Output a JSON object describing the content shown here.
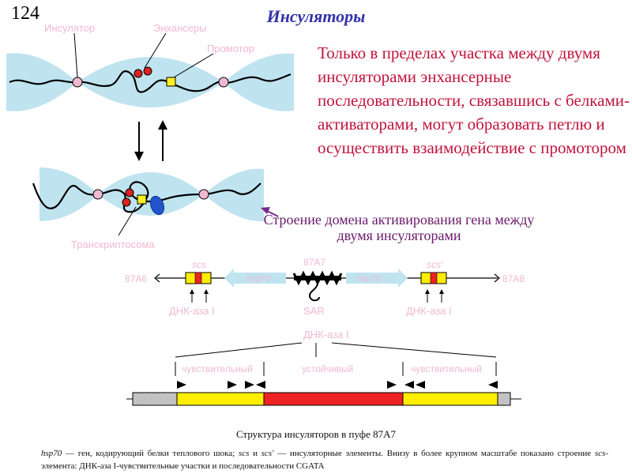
{
  "slide": {
    "number": "124",
    "title": "Инсуляторы",
    "main_text": "Только в пределах участка между двумя инсуляторами энхансерные последовательности, связавшись с белками-активаторами, могут образовать петлю и осуществить взаимодействие с промотором",
    "caption": "Строение домена активирования гена между двумя инсуляторами"
  },
  "top_diagram": {
    "labels": {
      "insulator": "Инсулятор",
      "enhancers": "Энхансеры",
      "promoter": "Промотор",
      "transcriptosome": "Транскриптосома"
    }
  },
  "gene_map": {
    "left_locus": "87A6",
    "right_locus": "87A8",
    "center_locus": "87A7",
    "scs_left": "scs",
    "scs_right": "scs′",
    "hsp70": "hsp70",
    "sar": "SAR",
    "dnase_left": "ДНК-аза I",
    "dnase_right": "ДНК-аза I"
  },
  "detail_map": {
    "dnase_label": "ДНК-аза I",
    "region_left": "чувствительный",
    "region_center": "устойчивый",
    "region_right": "чувствительный"
  },
  "figure_caption": {
    "title": "Структура инсуляторов в пуфе 87А7",
    "note_part1": "hsp70",
    "note_part2": " — ген, кодирующий белки теплового шока; ",
    "note_part3": "scs",
    "note_part4": " и ",
    "note_part5": "scs'",
    "note_part6": " — инсуляторные элементы. Внизу в более крупном масштабе показано строение ",
    "note_part7": "scs",
    "note_part8": "-элемента: ДНК-аза I-чувствительные участки и последовательности CGATA"
  },
  "colors": {
    "domain_fill": "#bfe4f0",
    "insulator": "#f0b8d0",
    "enhancer": "#dd2222",
    "promoter": "#ffee22",
    "transcriptosome": "#2255cc",
    "yellow_bar": "#ffee00",
    "red_bar": "#ee2222",
    "grey_bar": "#cccccc",
    "caption_arrow": "#7a2a8a"
  }
}
